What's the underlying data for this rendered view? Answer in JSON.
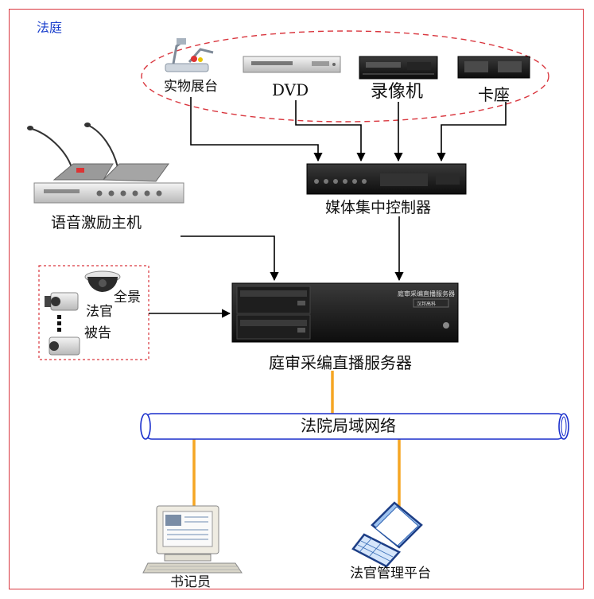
{
  "room_label": "法庭",
  "devices": {
    "document_camera": "实物展台",
    "dvd": "DVD",
    "vcr": "录像机",
    "cassette": "卡座",
    "media_controller": "媒体集中控制器",
    "voice_host": "语音激励主机",
    "cam_panorama": "全景",
    "cam_judge": "法官",
    "cam_defendant": "被告",
    "server": "庭审采编直播服务器",
    "server_faceplate_text": "庭审采编直播服务器",
    "server_brand": "汉邦高科",
    "lan": "法院局域网络",
    "clerk": "书记员",
    "judge_platform": "法官管理平台"
  },
  "colors": {
    "frame": "#d9363e",
    "room_label": "#1a3fcc",
    "lan_pipe": "#1a2fcc",
    "network_link": "#f5a623",
    "arrow": "#000000"
  }
}
